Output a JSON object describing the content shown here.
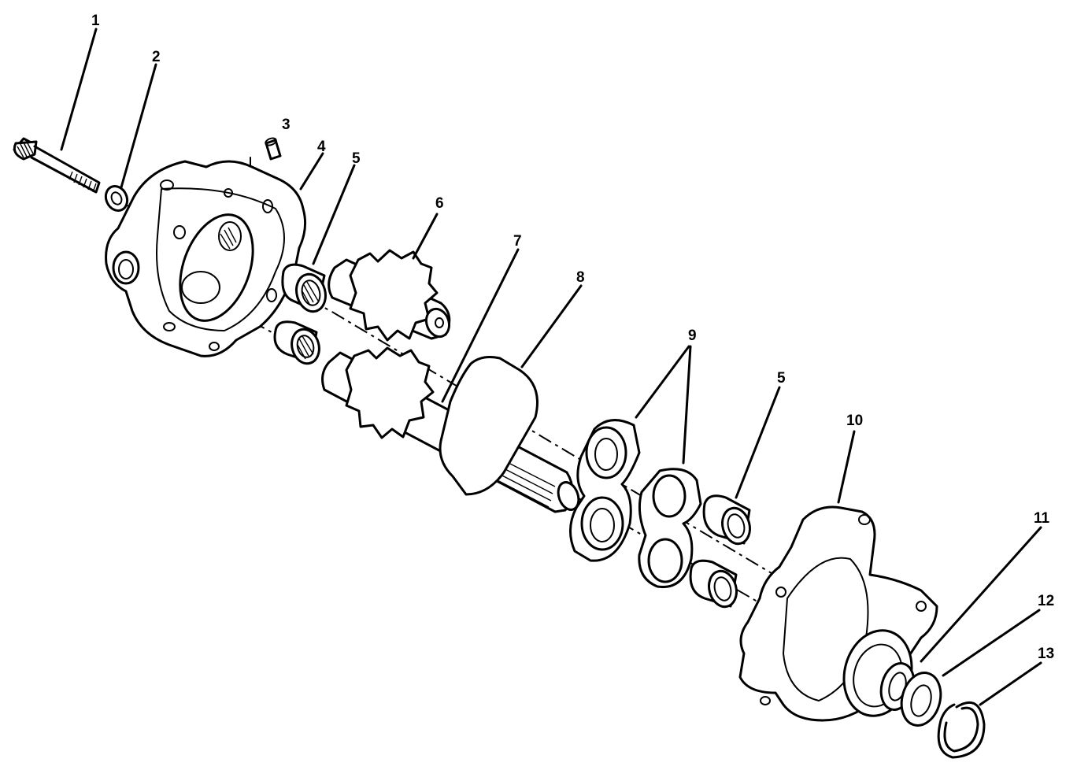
{
  "diagram": {
    "callouts": [
      {
        "id": "c1",
        "label": "1"
      },
      {
        "id": "c2",
        "label": "2"
      },
      {
        "id": "c3",
        "label": "3"
      },
      {
        "id": "c4",
        "label": "4"
      },
      {
        "id": "c5a",
        "label": "5"
      },
      {
        "id": "c6",
        "label": "6"
      },
      {
        "id": "c7",
        "label": "7"
      },
      {
        "id": "c8",
        "label": "8"
      },
      {
        "id": "c9",
        "label": "9"
      },
      {
        "id": "c5b",
        "label": "5"
      },
      {
        "id": "c10",
        "label": "10"
      },
      {
        "id": "c11",
        "label": "11"
      },
      {
        "id": "c12",
        "label": "12"
      },
      {
        "id": "c13",
        "label": "13"
      }
    ]
  }
}
